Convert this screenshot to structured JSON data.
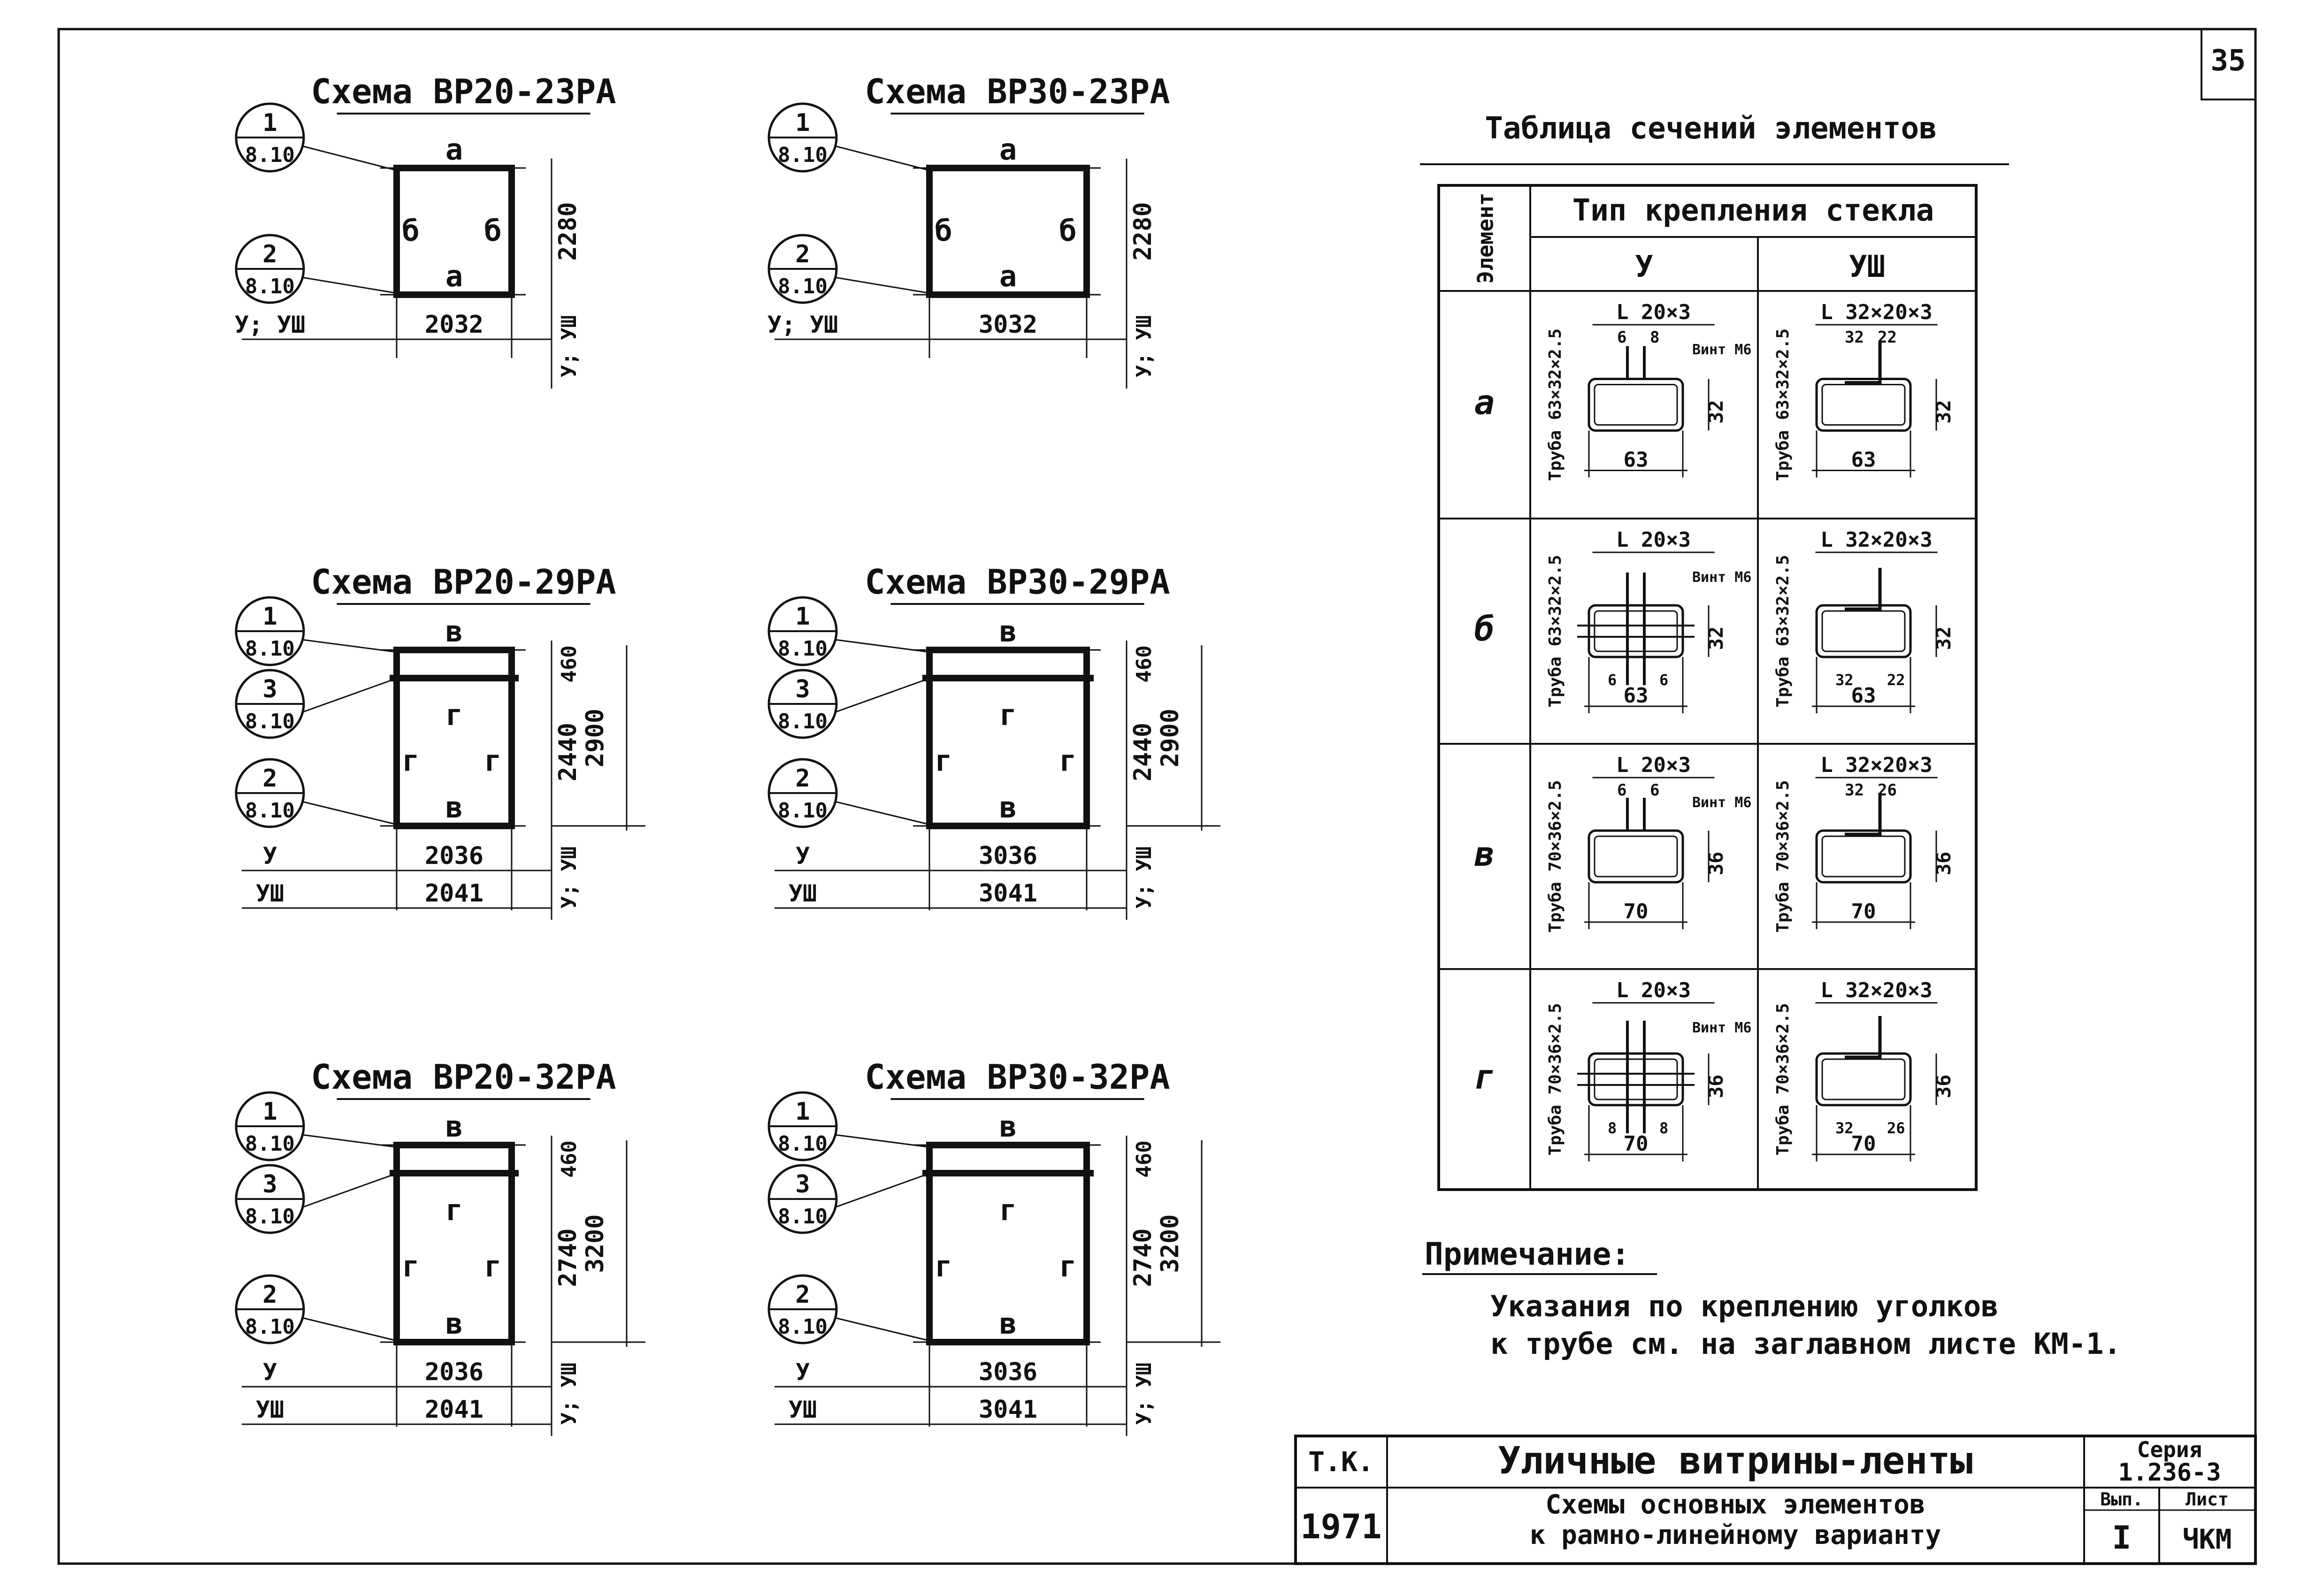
{
  "sheet": {
    "page_number": "35",
    "title_block": {
      "tk_label": "Т.К.",
      "year": "1971",
      "main_title": "Уличные витрины-ленты",
      "subtitle_line1": "Схемы основных элементов",
      "subtitle_line2": "к рамно-линейному варианту",
      "series_label": "Серия",
      "series_value": "1.236-3",
      "issue_label": "Вып.",
      "issue_value": "I",
      "sheet_label": "Лист",
      "sheet_value": "ЧКМ"
    }
  },
  "schemes": [
    {
      "title": "Схема ВР20-23РА",
      "calls": [
        {
          "n": "1",
          "s": "8.10"
        },
        {
          "n": "2",
          "s": "8.10"
        }
      ],
      "top": "а",
      "bottom": "а",
      "sides": "б",
      "height": "2280",
      "row1_label": "У; УШ",
      "row1_value": "2032",
      "row2_label": "",
      "row2_value": "",
      "vlabel": "У; УШ"
    },
    {
      "title": "Схема ВР30-23РА",
      "calls": [
        {
          "n": "1",
          "s": "8.10"
        },
        {
          "n": "2",
          "s": "8.10"
        }
      ],
      "top": "а",
      "bottom": "а",
      "sides": "б",
      "height": "2280",
      "row1_label": "У; УШ",
      "row1_value": "3032",
      "row2_label": "",
      "row2_value": "",
      "vlabel": "У; УШ"
    },
    {
      "title": "Схема ВР20-29РА",
      "calls": [
        {
          "n": "1",
          "s": "8.10"
        },
        {
          "n": "3",
          "s": "8.10"
        },
        {
          "n": "2",
          "s": "8.10"
        }
      ],
      "top": "в",
      "bottom": "в",
      "sides": "г",
      "inner": "г",
      "h_top": "460",
      "h_mid": "2440",
      "height": "2900",
      "row1_label": "У",
      "row1_value": "2036",
      "row2_label": "УШ",
      "row2_value": "2041",
      "vlabel": "У; УШ"
    },
    {
      "title": "Схема ВР30-29РА",
      "calls": [
        {
          "n": "1",
          "s": "8.10"
        },
        {
          "n": "3",
          "s": "8.10"
        },
        {
          "n": "2",
          "s": "8.10"
        }
      ],
      "top": "в",
      "bottom": "в",
      "sides": "г",
      "inner": "г",
      "h_top": "460",
      "h_mid": "2440",
      "height": "2900",
      "row1_label": "У",
      "row1_value": "3036",
      "row2_label": "УШ",
      "row2_value": "3041",
      "vlabel": "У; УШ"
    },
    {
      "title": "Схема ВР20-32РА",
      "calls": [
        {
          "n": "1",
          "s": "8.10"
        },
        {
          "n": "3",
          "s": "8.10"
        },
        {
          "n": "2",
          "s": "8.10"
        }
      ],
      "top": "в",
      "bottom": "в",
      "sides": "г",
      "inner": "г",
      "h_top": "460",
      "h_mid": "2740",
      "height": "3200",
      "row1_label": "У",
      "row1_value": "2036",
      "row2_label": "УШ",
      "row2_value": "2041",
      "vlabel": "У; УШ"
    },
    {
      "title": "Схема ВР30-32РА",
      "calls": [
        {
          "n": "1",
          "s": "8.10"
        },
        {
          "n": "3",
          "s": "8.10"
        },
        {
          "n": "2",
          "s": "8.10"
        }
      ],
      "top": "в",
      "bottom": "в",
      "sides": "г",
      "inner": "г",
      "h_top": "460",
      "h_mid": "2740",
      "height": "3200",
      "row1_label": "У",
      "row1_value": "3036",
      "row2_label": "УШ",
      "row2_value": "3041",
      "vlabel": "У; УШ"
    }
  ],
  "section_table": {
    "title": "Таблица сечений элементов",
    "col_element": "Элемент",
    "col_group": "Тип крепления стекла",
    "col_u": "У",
    "col_ush": "УШ",
    "rows": [
      {
        "el": "а",
        "u": {
          "angle": "L 20×3",
          "pipe": "Труба 63×32×2.5",
          "d1": "6",
          "d2": "8",
          "screw": "Винт М6",
          "h": "32",
          "w": "63",
          "b1": "",
          "b2": ""
        },
        "ush": {
          "angle": "L 32×20×3",
          "pipe": "Труба 63×32×2.5",
          "d1": "32",
          "d2": "22",
          "screw": "",
          "h": "32",
          "w": "63",
          "b1": "",
          "b2": ""
        }
      },
      {
        "el": "б",
        "u": {
          "angle": "L 20×3",
          "pipe": "Труба 63×32×2.5",
          "d1": "",
          "d2": "",
          "screw": "Винт М6",
          "h": "32",
          "w": "63",
          "b1": "6",
          "b2": "6"
        },
        "ush": {
          "angle": "L 32×20×3",
          "pipe": "Труба 63×32×2.5",
          "d1": "",
          "d2": "",
          "screw": "",
          "h": "32",
          "w": "63",
          "b1": "32",
          "b2": "22"
        }
      },
      {
        "el": "в",
        "u": {
          "angle": "L 20×3",
          "pipe": "Труба 70×36×2.5",
          "d1": "6",
          "d2": "6",
          "screw": "Винт М6",
          "h": "36",
          "w": "70",
          "b1": "",
          "b2": ""
        },
        "ush": {
          "angle": "L 32×20×3",
          "pipe": "Труба 70×36×2.5",
          "d1": "32",
          "d2": "26",
          "screw": "",
          "h": "36",
          "w": "70",
          "b1": "",
          "b2": ""
        }
      },
      {
        "el": "г",
        "u": {
          "angle": "L 20×3",
          "pipe": "Труба 70×36×2.5",
          "d1": "",
          "d2": "",
          "screw": "Винт М6",
          "h": "36",
          "w": "70",
          "b1": "8",
          "b2": "8"
        },
        "ush": {
          "angle": "L 32×20×3",
          "pipe": "Труба 70×36×2.5",
          "d1": "",
          "d2": "",
          "screw": "",
          "h": "36",
          "w": "70",
          "b1": "32",
          "b2": "26"
        }
      }
    ]
  },
  "note": {
    "heading": "Примечание:",
    "line1": "Указания по креплению уголков",
    "line2": "к трубе см. на заглавном листе КМ-1."
  }
}
